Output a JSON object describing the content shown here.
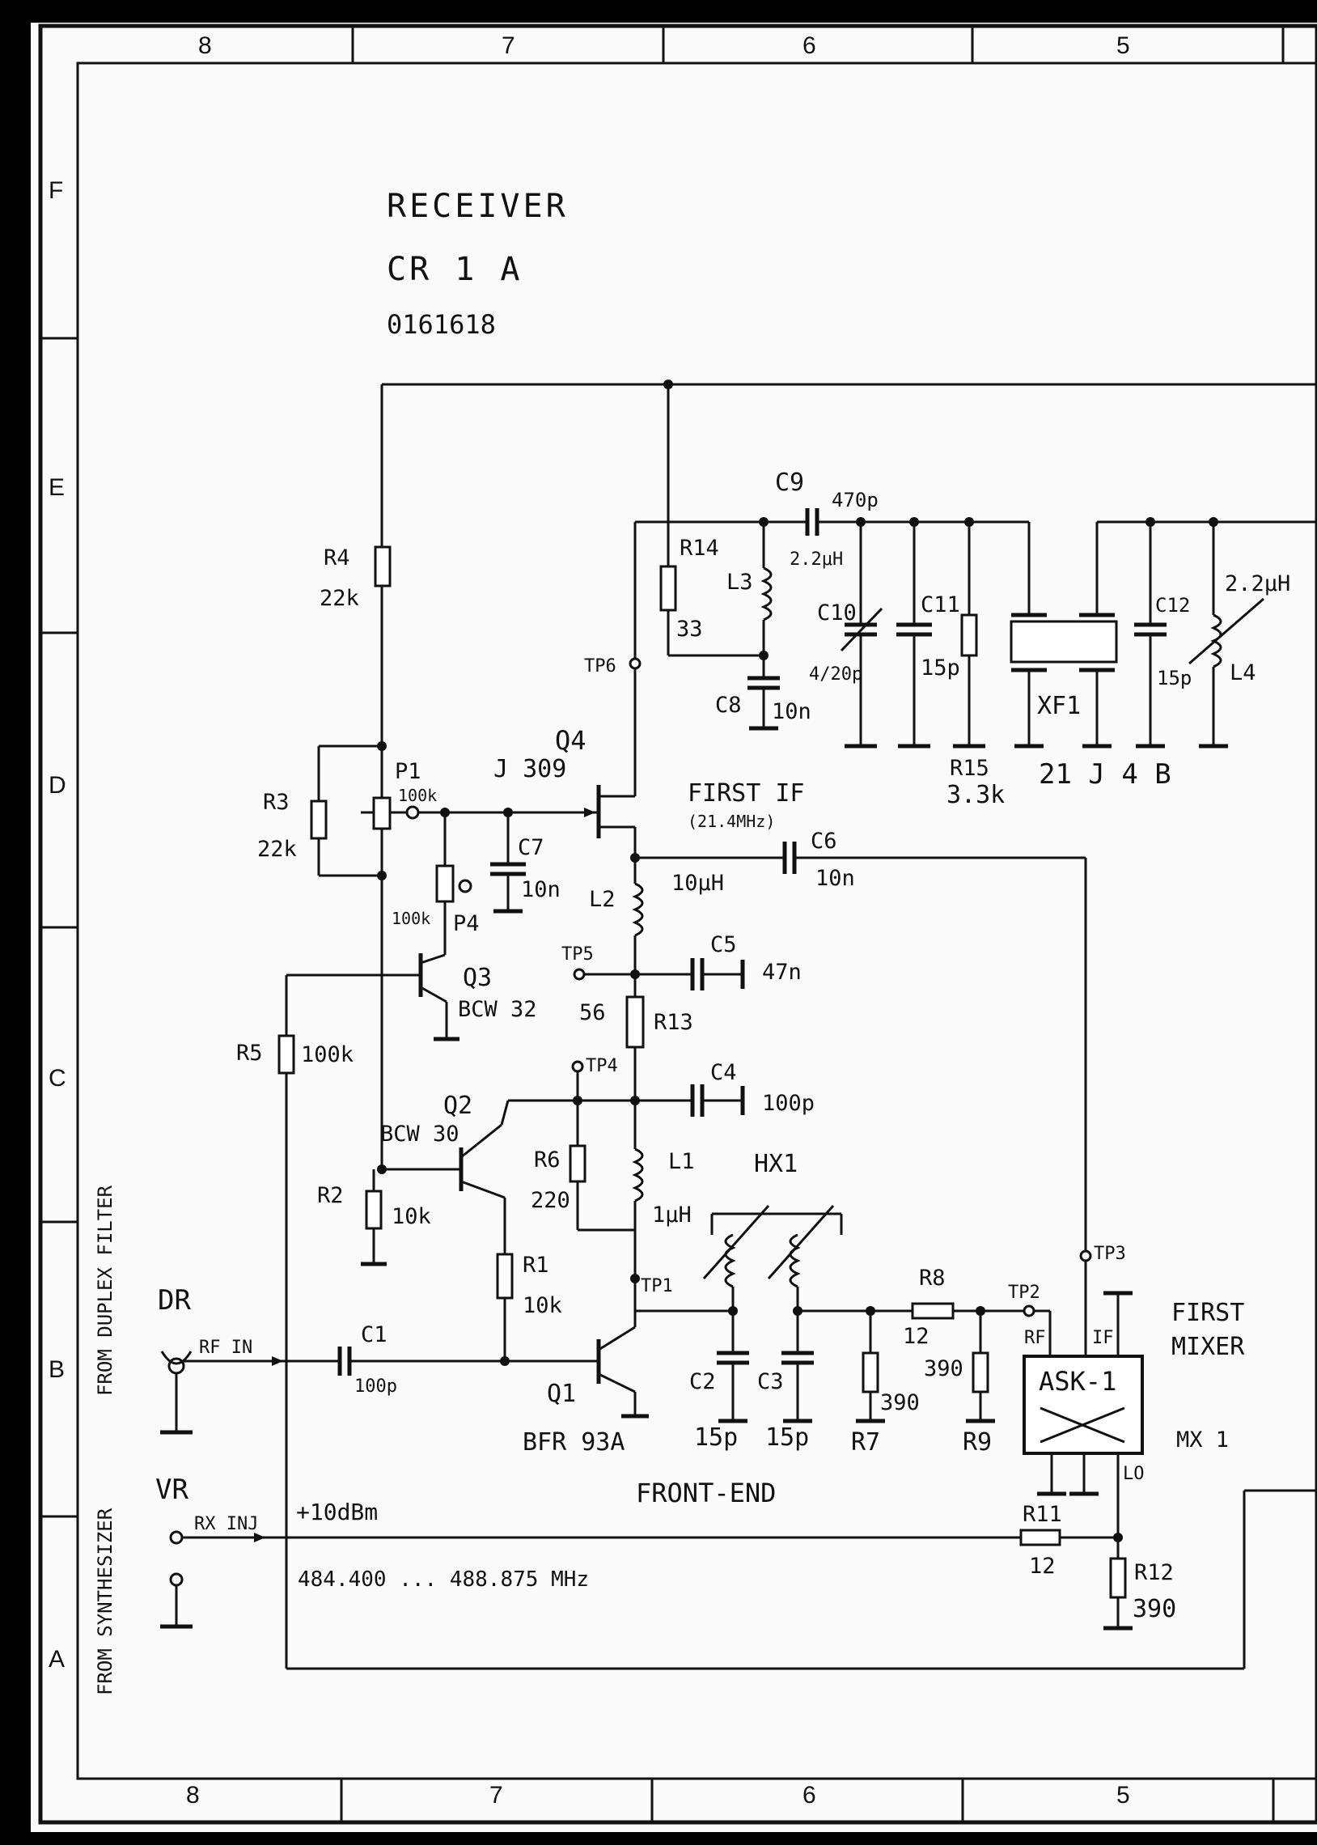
{
  "title_block": {
    "line1": "RECEIVER",
    "line2": "CR 1 A",
    "number": "0161618"
  },
  "frame": {
    "top_zones": [
      "8",
      "7",
      "6",
      "5"
    ],
    "bottom_zones": [
      "8",
      "7",
      "6",
      "5"
    ],
    "left_zones": [
      "F",
      "E",
      "D",
      "C",
      "B",
      "A"
    ]
  },
  "side_labels": {
    "duplex": "FROM DUPLEX FILTER",
    "synth": "FROM SYNTHESIZER"
  },
  "ports": {
    "dr": "DR",
    "rf_in": "RF IN",
    "vr": "VR",
    "rx_inj": "RX INJ",
    "level": "+10dBm",
    "freq": "484.400 ... 488.875 MHz"
  },
  "blocks": {
    "front_end": "FRONT-END",
    "first_if": "FIRST IF",
    "first_if_freq": "(21.4MHz)",
    "first_mixer_1": "FIRST",
    "first_mixer_2": "MIXER"
  },
  "mixer": {
    "name": "ASK-1",
    "ref": "MX 1",
    "rf": "RF",
    "if": "IF",
    "lo": "LO"
  },
  "hybrid": "HX1",
  "transistors": {
    "q1": {
      "ref": "Q1",
      "type": "BFR 93A"
    },
    "q2": {
      "ref": "Q2",
      "type": "BCW 30"
    },
    "q3": {
      "ref": "Q3",
      "type": "BCW 32"
    },
    "q4": {
      "ref": "Q4",
      "type": "J 309"
    }
  },
  "resistors": {
    "r1": {
      "ref": "R1",
      "value": "10k"
    },
    "r2": {
      "ref": "R2",
      "value": "10k"
    },
    "r3": {
      "ref": "R3",
      "value": "22k"
    },
    "r4": {
      "ref": "R4",
      "value": "22k"
    },
    "r5": {
      "ref": "R5",
      "value": "100k"
    },
    "r6": {
      "ref": "R6",
      "value": "220"
    },
    "r7": {
      "ref": "R7",
      "value": "390"
    },
    "r8": {
      "ref": "R8",
      "value": "12"
    },
    "r9": {
      "ref": "R9",
      "value": "390"
    },
    "r11": {
      "ref": "R11",
      "value": "12"
    },
    "r12": {
      "ref": "R12",
      "value": "390"
    },
    "r13": {
      "ref": "R13",
      "value": "56"
    },
    "r14": {
      "ref": "R14",
      "value": "33"
    },
    "r15": {
      "ref": "R15",
      "value": "3.3k"
    }
  },
  "pots": {
    "p1": {
      "ref": "P1",
      "value": "100k"
    },
    "p4": {
      "ref": "P4",
      "value": "100k"
    }
  },
  "capacitors": {
    "c1": {
      "ref": "C1",
      "value": "100p"
    },
    "c2": {
      "ref": "C2",
      "value": "15p"
    },
    "c3": {
      "ref": "C3",
      "value": "15p"
    },
    "c4": {
      "ref": "C4",
      "value": "100p"
    },
    "c5": {
      "ref": "C5",
      "value": "47n"
    },
    "c6": {
      "ref": "C6",
      "value": "10n"
    },
    "c7": {
      "ref": "C7",
      "value": "10n"
    },
    "c8": {
      "ref": "C8",
      "value": "10n"
    },
    "c9": {
      "ref": "C9",
      "value": "470p"
    },
    "c10": {
      "ref": "C10",
      "value": "4/20p"
    },
    "c11": {
      "ref": "C11",
      "value": "15p"
    },
    "c12": {
      "ref": "C12",
      "value": "15p"
    }
  },
  "inductors": {
    "l1": {
      "ref": "L1",
      "value": "1μH"
    },
    "l2": {
      "ref": "L2",
      "value": "10μH"
    },
    "l3": {
      "ref": "L3",
      "value": "2.2μH"
    },
    "l4": {
      "ref": "L4",
      "value": "2.2μH"
    }
  },
  "crystal": {
    "ref": "XF1",
    "type": "21 J 4 B"
  },
  "test_points": [
    "TP1",
    "TP2",
    "TP3",
    "TP4",
    "TP5",
    "TP6"
  ]
}
